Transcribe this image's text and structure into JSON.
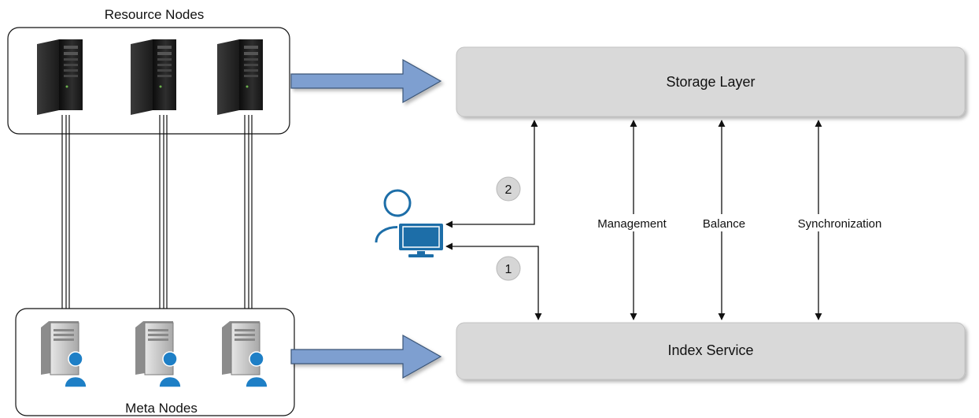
{
  "resource_group": {
    "title": "Resource Nodes",
    "icon": "server-tower-icon"
  },
  "meta_group": {
    "title": "Meta Nodes",
    "icon": "meta-server-user-icon"
  },
  "storage_layer": {
    "label": "Storage Layer"
  },
  "index_service": {
    "label": "Index Service"
  },
  "links": {
    "management": "Management",
    "balance": "Balance",
    "synchronization": "Synchronization"
  },
  "steps": {
    "step1": "1",
    "step2": "2"
  },
  "client": {
    "icon": "user-computer-icon"
  },
  "colors": {
    "layer_fill": "#d9d9d9",
    "flow_arrow": "#7e9fd0",
    "step_badge": "#d6d6d6",
    "server_dark": "#1c1c1c",
    "client_blue": "#1d6ea8"
  }
}
